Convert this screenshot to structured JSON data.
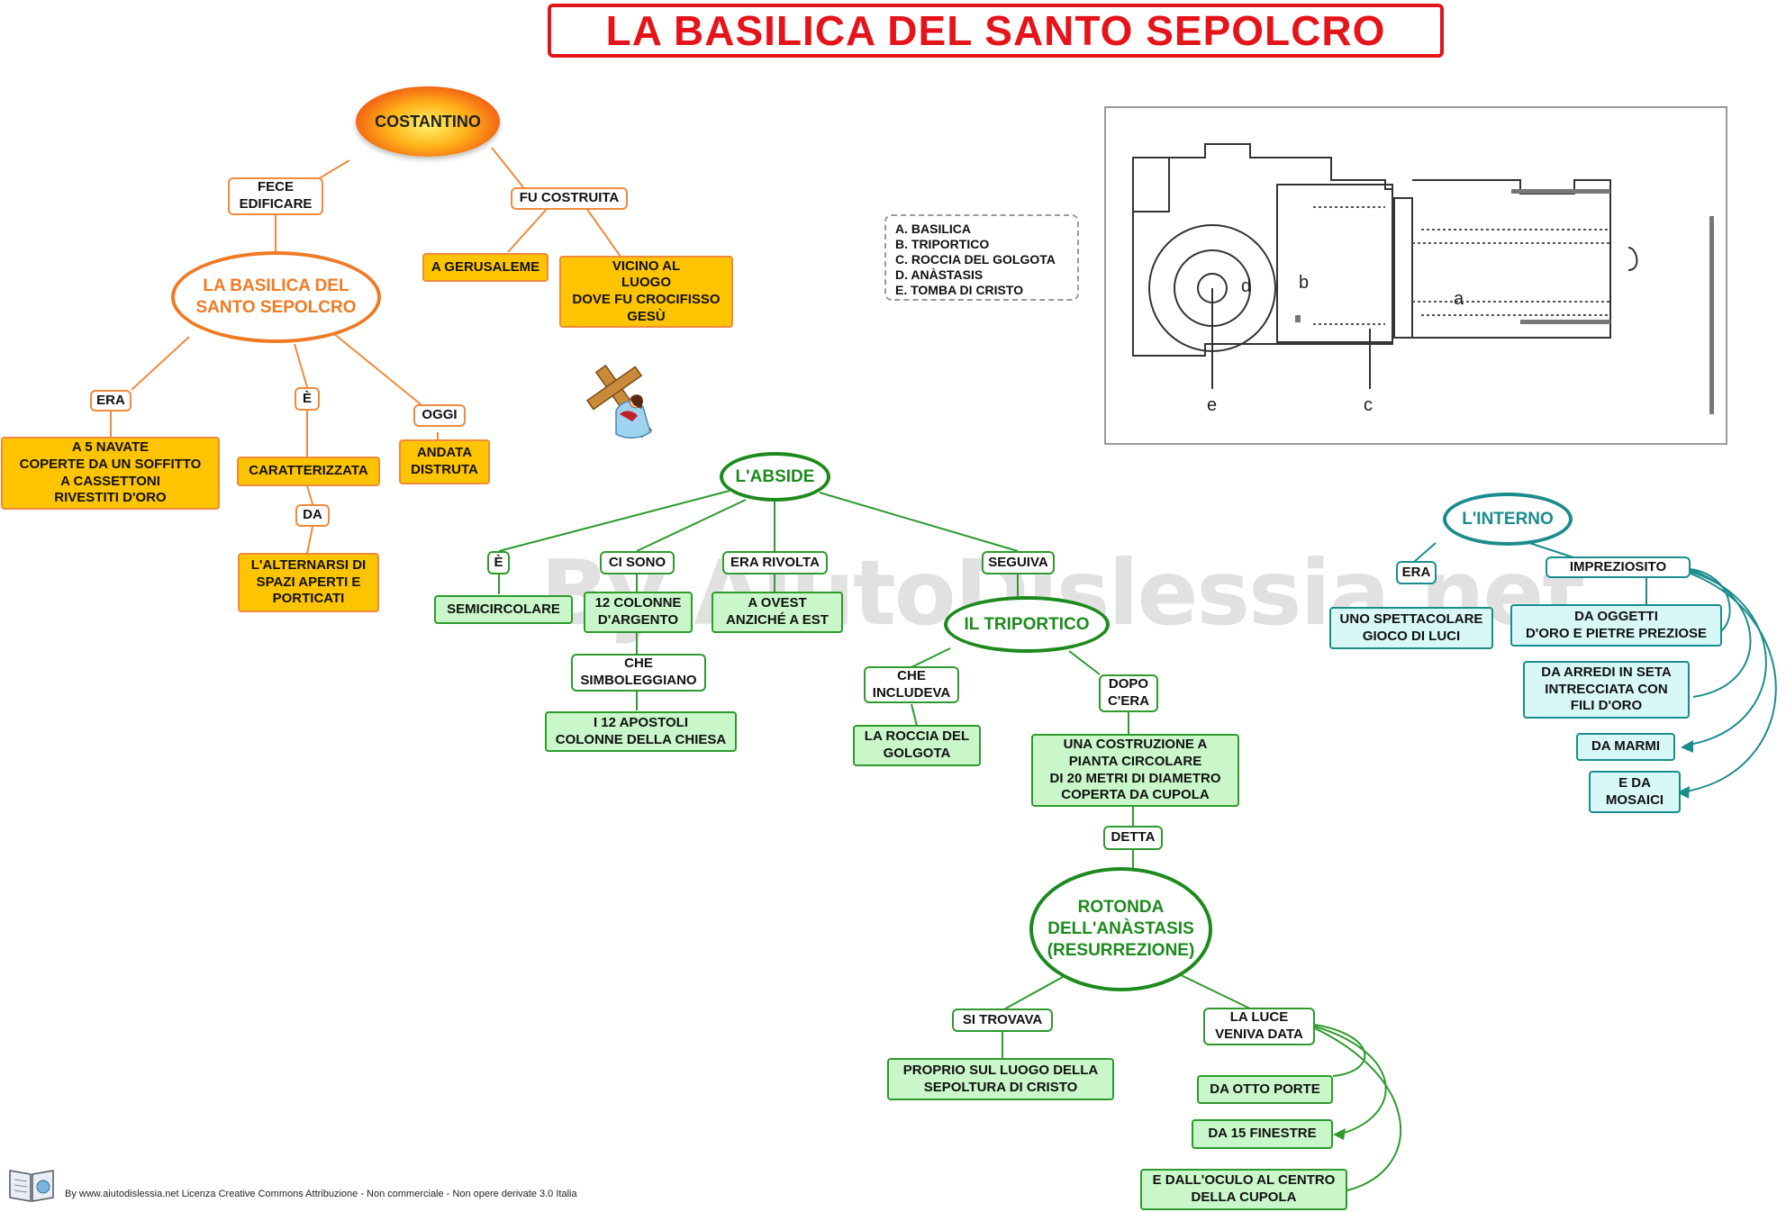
{
  "title": "LA BASILICA DEL SANTO SEPOLCRO",
  "costantino": {
    "root": "COSTANTINO",
    "fece_edificare": "FECE\nEDIFICARE",
    "fu_costruita": "FU COSTRUITA",
    "a_gerusaleme": "A GERUSALEME",
    "vicino_luogo": "VICINO AL\nLUOGO\nDOVE FU CROCIFISSO\nGESÙ",
    "basilica": "LA BASILICA DEL\nSANTO SEPOLCRO",
    "era": "ERA",
    "e": "È",
    "oggi": "OGGI",
    "cinque_navate": "A 5 NAVATE\nCOPERTE DA UN  SOFFITTO\nA  CASSETTONI\nRIVESTITI  D'ORO",
    "caratterizzata": "CARATTERIZZATA",
    "andata_distruta": "ANDATA\nDISTRUTA",
    "da": "DA",
    "alternarsi": "L'ALTERNARSI DI\nSPAZI APERTI E\nPORTICATI"
  },
  "abside": {
    "root": "L'ABSIDE",
    "e": "È",
    "ci_sono": "CI SONO",
    "era_rivolta": "ERA RIVOLTA",
    "seguiva": "SEGUIVA",
    "semicircolare": "SEMICIRCOLARE",
    "dodici_colonne": "12 COLONNE\nD'ARGENTO",
    "ovest": "A OVEST\nANZICHÉ A EST",
    "simboleggiano": "CHE\nSIMBOLEGGIANO",
    "apostoli": "I 12 APOSTOLI\nCOLONNE DELLA CHIESA",
    "triportico": "IL TRIPORTICO",
    "che_includeva": "CHE\nINCLUDEVA",
    "dopo_cera": "DOPO\nC'ERA",
    "roccia": "LA ROCCIA DEL\nGOLGOTA",
    "costruzione": "UNA COSTRUZIONE A\nPIANTA CIRCOLARE\nDI 20 METRI DI DIAMETRO\nCOPERTA DA CUPOLA",
    "detta": "DETTA",
    "rotonda": "ROTONDA\nDELL'ANÀSTASIS\n(RESURREZIONE)",
    "si_trovava": "SI TROVAVA",
    "luce": "LA LUCE\nVENIVA DATA",
    "sepoltura": "PROPRIO SUL LUOGO DELLA\nSEPOLTURA  DI  CRISTO",
    "otto_porte": "DA OTTO  PORTE",
    "quindici_finestre": "DA 15  FINESTRE",
    "oculo": "E DALL'OCULO AL CENTRO\nDELLA CUPOLA"
  },
  "interno": {
    "root": "L'INTERNO",
    "era": "ERA",
    "impreziosito": "IMPREZIOSITO",
    "spettacolare": "UNO SPETTACOLARE\nGIOCO DI LUCI",
    "oggetti": "DA OGGETTI\nD'ORO E PIETRE PREZIOSE",
    "arredi": "DA ARREDI IN SETA\nINTRECCIATA CON\nFILI D'ORO",
    "marmi": "DA MARMI",
    "mosaici": "E DA\nMOSAICI"
  },
  "legend": [
    "A. BASILICA",
    "B. TRIPORTICO",
    "C. ROCCIA DEL GOLGOTA",
    "D. ANÀSTASIS",
    "E. TOMBA DI CRISTO"
  ],
  "plan_labels": {
    "a": "a",
    "b": "b",
    "c": "c",
    "d": "d",
    "e": "e"
  },
  "watermark": "By AiutoDislessia.net",
  "footer": "By www.aiutodislessia.net Licenza Creative Commons Attribuzione - Non commerciale - Non opere derivate 3.0 Italia",
  "colors": {
    "title_red": "#e5141b",
    "orange": "#f07a24",
    "yellow": "#ffc400",
    "green": "#1d8a1d",
    "light_green": "#c9f7c9",
    "teal": "#1b8c8c",
    "light_cyan": "#d8f8f8"
  },
  "icons": [
    "cross-carrying-icon",
    "book-icon"
  ]
}
